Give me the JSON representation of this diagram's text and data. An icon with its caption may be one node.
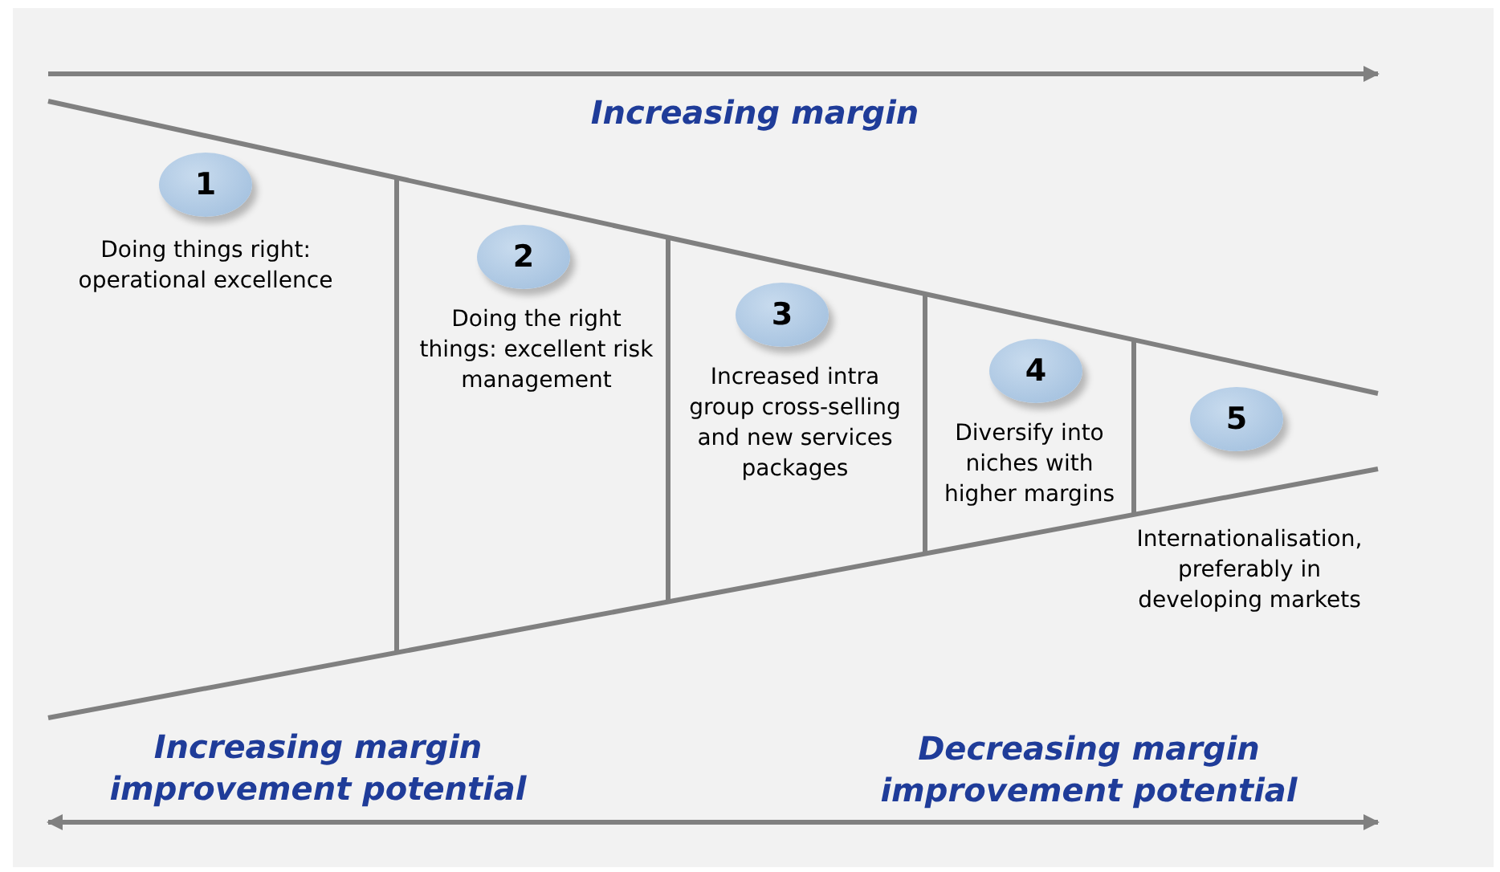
{
  "diagram": {
    "nodes": [
      {
        "text": [
          "1"
        ],
        "beside": [
          "Doing things right: operational excellence"
        ]
      },
      {
        "text": [
          "2"
        ],
        "beside": [
          "Doing the right things: excellent risk management"
        ]
      },
      {
        "text": [
          "3"
        ],
        "beside": [
          "Increased intra group cross-selling and new services packages"
        ]
      },
      {
        "text": [
          "4"
        ],
        "beside": [
          "Diversify into niches with higher margins"
        ]
      },
      {
        "text": [
          "5"
        ],
        "beside": [
          "Internationalisation, preferably in developing markets"
        ]
      }
    ],
    "labels": [
      "Increasing margin",
      "Increasing margin improvement potential",
      "Decreasing margin improvement potential"
    ]
  }
}
